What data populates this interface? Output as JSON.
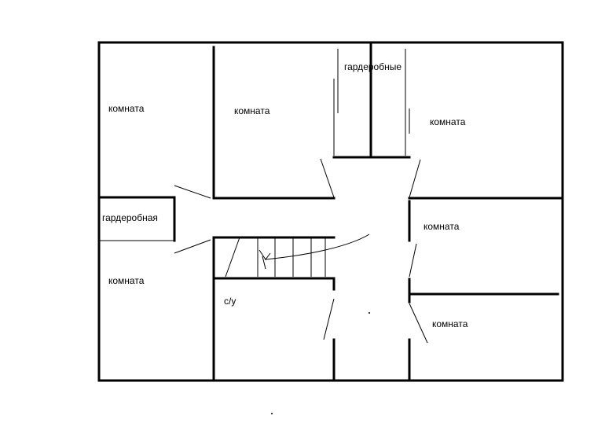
{
  "labels": {
    "room_top_left": "комната",
    "room_top_center": "комната",
    "wardrobes": "гардеробные",
    "room_top_right": "комната",
    "wardrobe_left": "гардеробная",
    "room_mid_right": "комната",
    "room_bottom_left": "комната",
    "bathroom": "с/у",
    "room_bottom_right": "комната"
  }
}
